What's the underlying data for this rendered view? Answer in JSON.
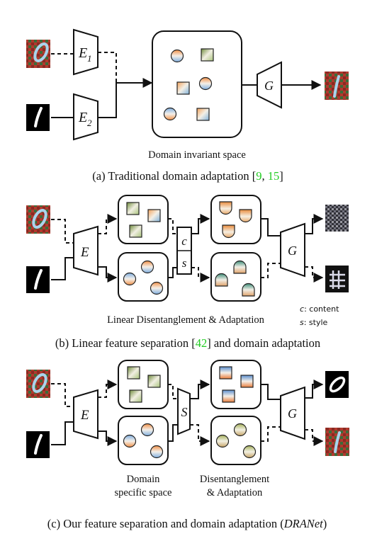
{
  "panel_a": {
    "encoder1_letter": "E",
    "encoder1_sub": "1",
    "encoder2_letter": "E",
    "encoder2_sub": "2",
    "generator": "G",
    "space_label": "Domain invariant space",
    "caption_pre": "(a) Traditional domain adaptation [",
    "ref1": "9",
    "ref_sep": ", ",
    "ref2": "15",
    "caption_post": "]"
  },
  "panel_b": {
    "encoder": "E",
    "content_code": "c",
    "style_code": "s",
    "generator": "G",
    "space_label": "Linear Disentanglement & Adaptation",
    "legend_c_key": "c",
    "legend_c_val": ": content",
    "legend_s_key": "s",
    "legend_s_val": ": style",
    "caption_pre": "(b) Linear feature separation [",
    "ref": "42",
    "caption_post": "] and domain adaptation"
  },
  "panel_c": {
    "encoder": "E",
    "separator": "S",
    "generator": "G",
    "label_left_1": "Domain",
    "label_left_2": "specific space",
    "label_right_1": "Disentanglement",
    "label_right_2": "& Adaptation",
    "caption_pre": "(c) Our feature separation and domain adaptation (",
    "caption_name": "DRANet",
    "caption_post": ")"
  },
  "colors": {
    "ref_link": "#22cc22",
    "orange": "#f08a3c",
    "blue": "#8fb4dc",
    "olive": "#8a9a3c",
    "mnistm_red": "#b23a2c",
    "mnistm_green": "#3c6a3a"
  }
}
